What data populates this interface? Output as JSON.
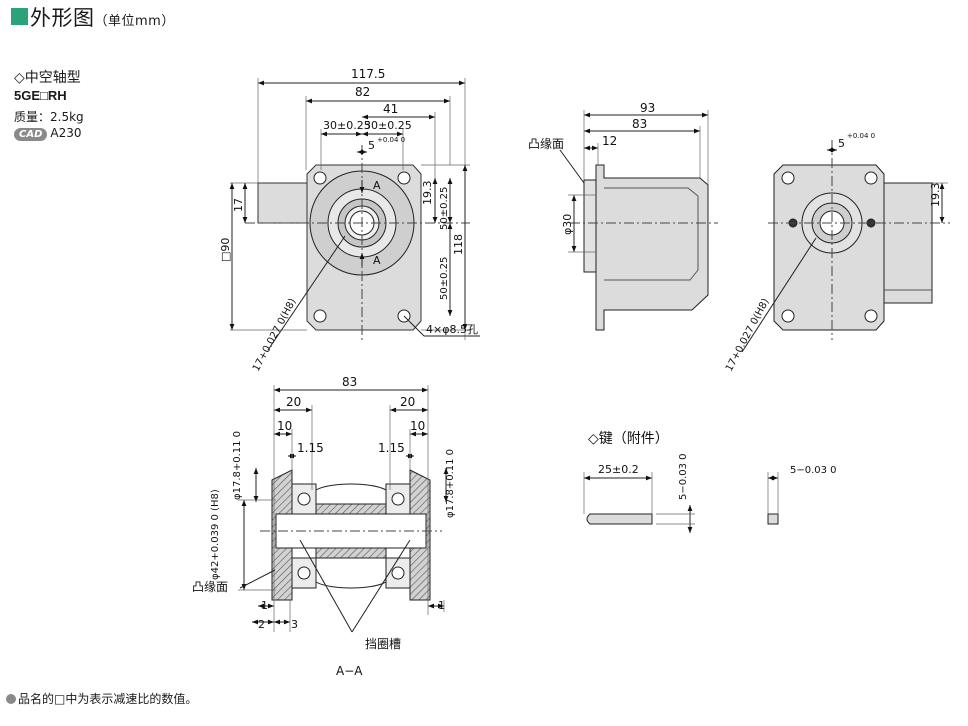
{
  "header": {
    "title": "外形图",
    "unit": "（单位mm）"
  },
  "spec": {
    "heading": "◇中空轴型",
    "model": "5GE□RH",
    "mass": "质量：2.5kg",
    "cad_badge": "CAD",
    "cad_code": "A230"
  },
  "front_view": {
    "dim_117_5": "117.5",
    "dim_82": "82",
    "dim_41": "41",
    "dim_30a": "30±0.25",
    "dim_30b": "30±0.25",
    "dim_5": "5",
    "dim_5_tol": "+0.04 0",
    "dim_19_3": "19.3",
    "dim_50a": "50±0.25",
    "dim_50b": "50±0.25",
    "dim_118": "118",
    "dim_17": "17",
    "dim_90": "□90",
    "section_label": "A",
    "hole_label": "4×φ8.5孔",
    "bore_label": "17+0.027 0(H8)"
  },
  "side_view": {
    "dim_93": "93",
    "dim_83": "83",
    "dim_12": "12",
    "flange_label": "凸缘面",
    "dia_30": "φ30"
  },
  "rear_view": {
    "dim_5": "5",
    "dim_5_tol": "+0.04 0",
    "dim_19_3": "19.3",
    "bore_label": "17+0.027 0(H8)"
  },
  "section_view": {
    "dim_83": "83",
    "dim_20a": "20",
    "dim_20b": "20",
    "dim_10a": "10",
    "dim_10b": "10",
    "dim_1_15a": "1.15",
    "dim_1_15b": "1.15",
    "dia_17_8a": "φ17.8+0.11 0",
    "dia_17_8b": "φ17.8+0.11 0",
    "dia_42": "φ42+0.039 0 (H8)",
    "dim_1a": "1",
    "dim_1b": "1",
    "dim_2": "2",
    "dim_3": "3",
    "flange_label": "凸缘面",
    "groove_label": "挡圈槽",
    "caption": "A−A"
  },
  "key": {
    "heading": "◇键（附件）",
    "dim_25": "25±0.2",
    "dim_5h": "5−0.03 0",
    "dim_5w": "5−0.03 0"
  },
  "footnote": "●品名的□中为表示减速比的数值。"
}
